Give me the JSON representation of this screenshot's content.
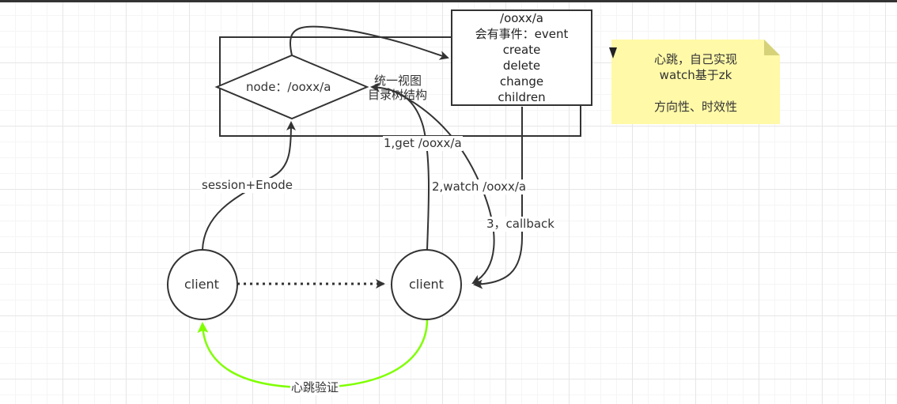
{
  "diagram": {
    "node_label": "node：/ooxx/a",
    "view_label_line1": "统一视图",
    "view_label_line2": "目录树结构",
    "event_box": {
      "lines": [
        "/ooxx/a",
        "会有事件：event",
        "create",
        "delete",
        "change",
        "children"
      ]
    },
    "note": {
      "line1": "心跳，自己实现",
      "line2": "watch基于zk",
      "line3": "方向性、时效性"
    },
    "client_left": "client",
    "client_right": "client",
    "edge_session": "session+Enode",
    "edge_get": "1,get /ooxx/a",
    "edge_watch": "2,watch /ooxx/a",
    "edge_callback": "3，callback",
    "edge_heartbeat": "心跳验证"
  },
  "colors": {
    "stroke": "#333333",
    "note_fill": "#fff9a8",
    "note_fold": "#d6d27a",
    "heartbeat": "#7fff00"
  }
}
